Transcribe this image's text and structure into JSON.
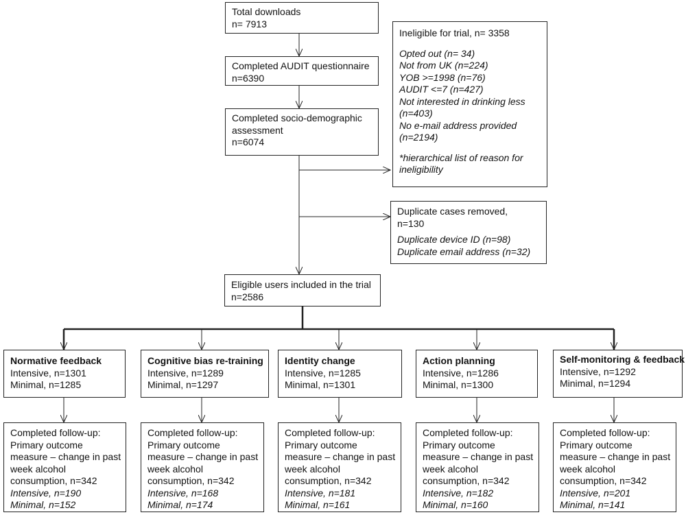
{
  "total_downloads": {
    "l1": "Total downloads",
    "l2": "n= 7913"
  },
  "audit": {
    "l1": "Completed AUDIT questionnaire",
    "l2": "n=6390"
  },
  "socio": {
    "l1": "Completed socio-demographic",
    "l2": "assessment",
    "l3": "n=6074"
  },
  "ineligible": {
    "title": "Ineligible for trial, n= 3358",
    "reasons": [
      "Opted out (n= 34)",
      "Not from UK (n=224)",
      "YOB >=1998 (n=76)",
      "AUDIT <=7 (n=427)",
      "Not interested in drinking less",
      "(n=403)",
      "No e-mail address provided",
      "(n=2194)"
    ],
    "note1": "*hierarchical list of reason for",
    "note2": "ineligibility"
  },
  "duplicates": {
    "l1": "Duplicate cases removed,",
    "l2": "n=130",
    "l3": "Duplicate device ID (n=98)",
    "l4": "Duplicate email address (n=32)"
  },
  "eligible": {
    "l1": "Eligible users included in the trial",
    "l2": "n=2586"
  },
  "arms": [
    {
      "title": "Normative feedback",
      "intensive": "Intensive, n=1301",
      "minimal": "Minimal, n=1285",
      "fu_intensive": "Intensive, n=190",
      "fu_minimal": "Minimal, n=152"
    },
    {
      "title": "Cognitive bias re-training",
      "intensive": "Intensive, n=1289",
      "minimal": "Minimal, n=1297",
      "fu_intensive": "Intensive, n=168",
      "fu_minimal": "Minimal, n=174"
    },
    {
      "title": "Identity change",
      "intensive": "Intensive, n=1285",
      "minimal": "Minimal, n=1301",
      "fu_intensive": "Intensive, n=181",
      "fu_minimal": "Minimal, n=161"
    },
    {
      "title": "Action planning",
      "intensive": "Intensive, n=1286",
      "minimal": "Minimal, n=1300",
      "fu_intensive": "Intensive, n=182",
      "fu_minimal": "Minimal, n=160"
    },
    {
      "title": "Self-monitoring & feedback",
      "intensive": "Intensive, n=1292",
      "minimal": "Minimal, n=1294",
      "fu_intensive": "Intensive, n=201",
      "fu_minimal": "Minimal, n=141"
    }
  ],
  "followup": [
    "Completed follow-up:",
    "Primary outcome",
    "measure – change in past",
    "week alcohol",
    "consumption, n=342"
  ]
}
